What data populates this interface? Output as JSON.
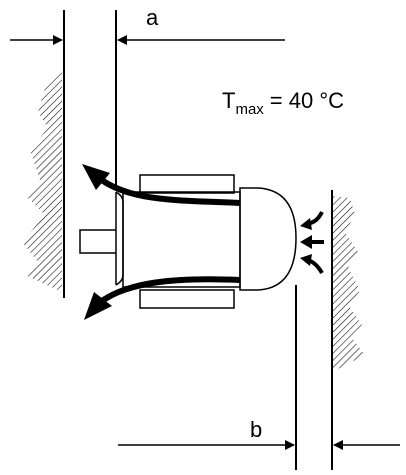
{
  "labels": {
    "dimension_a": "a",
    "dimension_b": "b",
    "temperature_symbol": "T",
    "temperature_subscript": "max",
    "temperature_value": "= 40 °C"
  },
  "colors": {
    "line": "#000000",
    "background": "#ffffff"
  }
}
